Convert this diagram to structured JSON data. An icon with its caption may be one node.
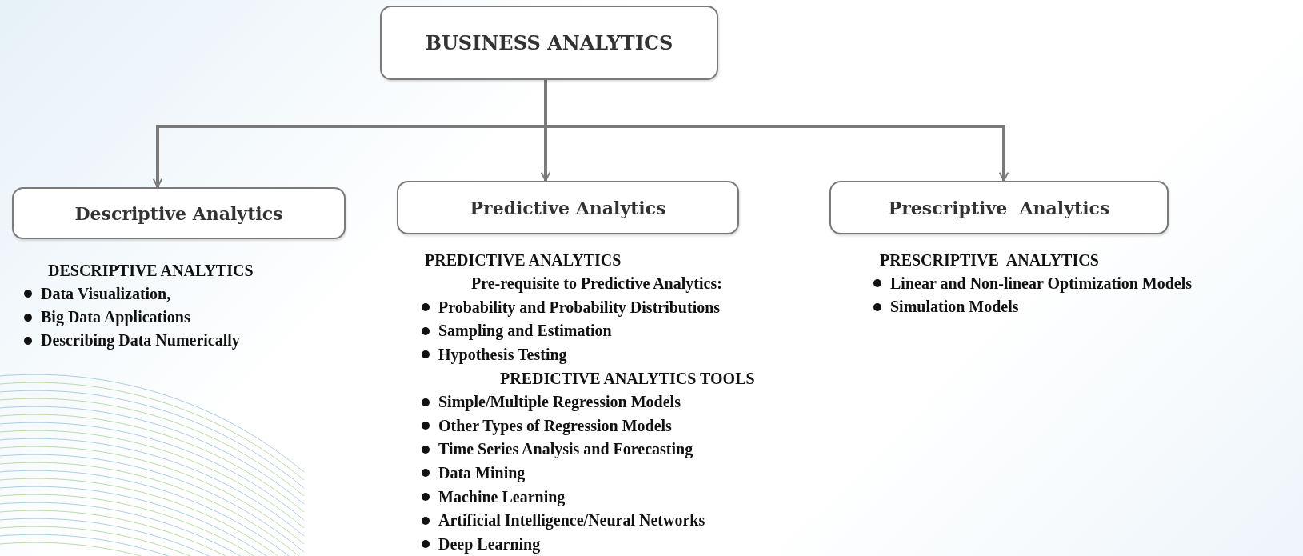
{
  "diagram": {
    "nodes": [
      {
        "text": [
          "BUSINESS ANALYTICS"
        ]
      },
      {
        "text": [
          "Descriptive Analytics"
        ],
        "beside": [
          "DESCRIPTIVE ANALYTICS",
          "Data Visualization,",
          "Big Data Applications",
          "Describing Data Numerically"
        ]
      },
      {
        "text": [
          "Predictive Analytics"
        ],
        "beside": [
          "PREDICTIVE ANALYTICS",
          "Pre-requisite to Predictive Analytics:",
          "Probability and Probability Distributions",
          "Sampling and Estimation",
          "Hypothesis Testing",
          "PREDICTIVE ANALYTICS TOOLS",
          "Simple/Multiple Regression Models",
          "Other Types of Regression Models",
          "Time Series Analysis and Forecasting",
          "Data Mining",
          "Machine Learning",
          "Artificial Intelligence/Neural Networks",
          "Deep Learning"
        ]
      },
      {
        "text": [
          "Prescriptive  Analytics"
        ],
        "beside": [
          "PRESCRIPTIVE  ANALYTICS",
          "Linear and Non-linear Optimization Models",
          "Simulation Models"
        ]
      }
    ],
    "edges": [
      {
        "from": 0,
        "to": 1,
        "arrow": "to"
      },
      {
        "from": 0,
        "to": 2,
        "arrow": "to"
      },
      {
        "from": 0,
        "to": 3,
        "arrow": "to"
      }
    ]
  }
}
